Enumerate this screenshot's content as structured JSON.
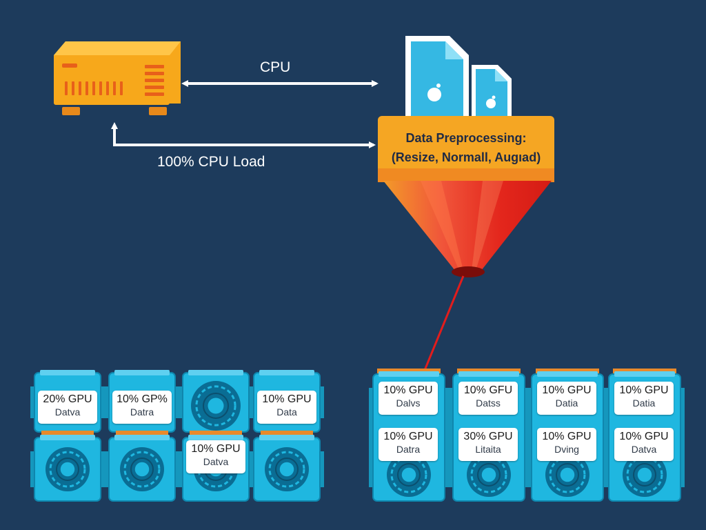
{
  "labels": {
    "cpu": "CPU",
    "cpu_load": "100% CPU Load",
    "preprocessing_title": "Data Preprocessing:",
    "preprocessing_steps": "(Resize, Normall, Augıad)"
  },
  "gpu_cards_left": [
    {
      "pct": "20% GPU",
      "sub": "Datva"
    },
    {
      "pct": "10% GP%",
      "sub": "Datra"
    },
    {
      "pct": "10% GPU",
      "sub": "Datva"
    },
    {
      "pct": "10% GPU",
      "sub": "Data"
    }
  ],
  "gpu_cards_right_top": [
    {
      "pct": "10% GPU",
      "sub": "Dalvs"
    },
    {
      "pct": "10% GFU",
      "sub": "Datss"
    },
    {
      "pct": "10% GPU",
      "sub": "Datia"
    },
    {
      "pct": "10% GPU",
      "sub": "Datia"
    }
  ],
  "gpu_cards_right_bottom": [
    {
      "pct": "10% GPU",
      "sub": "Datra"
    },
    {
      "pct": "30% GPU",
      "sub": "Litaita"
    },
    {
      "pct": "10% GPU",
      "sub": "Dving"
    },
    {
      "pct": "10% GPU",
      "sub": "Datva"
    }
  ],
  "colors": {
    "background": "#1d3b5c",
    "cpu_box": "#f7a81b",
    "gpu": "#1fb7e0",
    "gpu_dark": "#0a6d94",
    "connector": "#e98a2b",
    "funnel_top": "#f5a623",
    "funnel_red": "#e3261c",
    "document": "#35b8e3"
  },
  "icons": [
    "cpu-server-icon",
    "file-apple-icon",
    "gpu-fan-icon"
  ]
}
